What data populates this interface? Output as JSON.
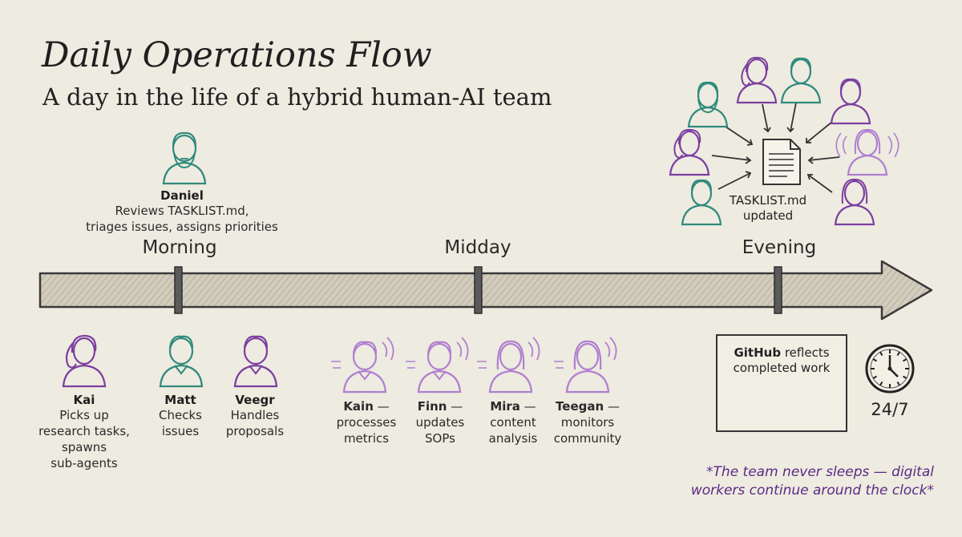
{
  "title": "Daily Operations Flow",
  "subtitle": "A day in the life of a hybrid human-AI team",
  "phases": [
    "Morning",
    "Midday",
    "Evening"
  ],
  "lead": {
    "name": "Daniel",
    "task_line1": "Reviews TASKLIST.md,",
    "task_line2": "triages issues, assigns priorities"
  },
  "morning_team": [
    {
      "name": "Kai",
      "lines": [
        "Picks up",
        "research tasks,",
        "spawns",
        "sub-agents"
      ]
    },
    {
      "name": "Matt",
      "lines": [
        "Checks",
        "issues"
      ]
    },
    {
      "name": "Veegr",
      "lines": [
        "Handles",
        "proposals"
      ]
    }
  ],
  "midday_agents": [
    {
      "name": "Kain",
      "dash": " —",
      "lines": [
        "processes",
        "metrics"
      ]
    },
    {
      "name": "Finn",
      "dash": " —",
      "lines": [
        "updates",
        "SOPs"
      ]
    },
    {
      "name": "Mira",
      "dash": " —",
      "lines": [
        "content",
        "analysis"
      ]
    },
    {
      "name": "Teegan",
      "dash": " —",
      "lines": [
        "monitors",
        "community"
      ]
    }
  ],
  "tasklist": {
    "line1": "TASKLIST.md",
    "line2": "updated"
  },
  "github": {
    "bold": "GitHub",
    "rest": " reflects",
    "line2": "completed work"
  },
  "clock_label": "24/7",
  "note": {
    "line1": "*The team never sleeps — digital",
    "line2": "workers continue around the clock*"
  },
  "colors": {
    "teal": "#2f8a7c",
    "purple": "#7b3fa0",
    "lavender": "#b07fd0",
    "note": "#5b2a86",
    "arrow_fill": "#cbc4b3"
  },
  "icons": {
    "document": "document-icon",
    "clock": "clock-icon",
    "checkmark": "checkmark-icon"
  }
}
